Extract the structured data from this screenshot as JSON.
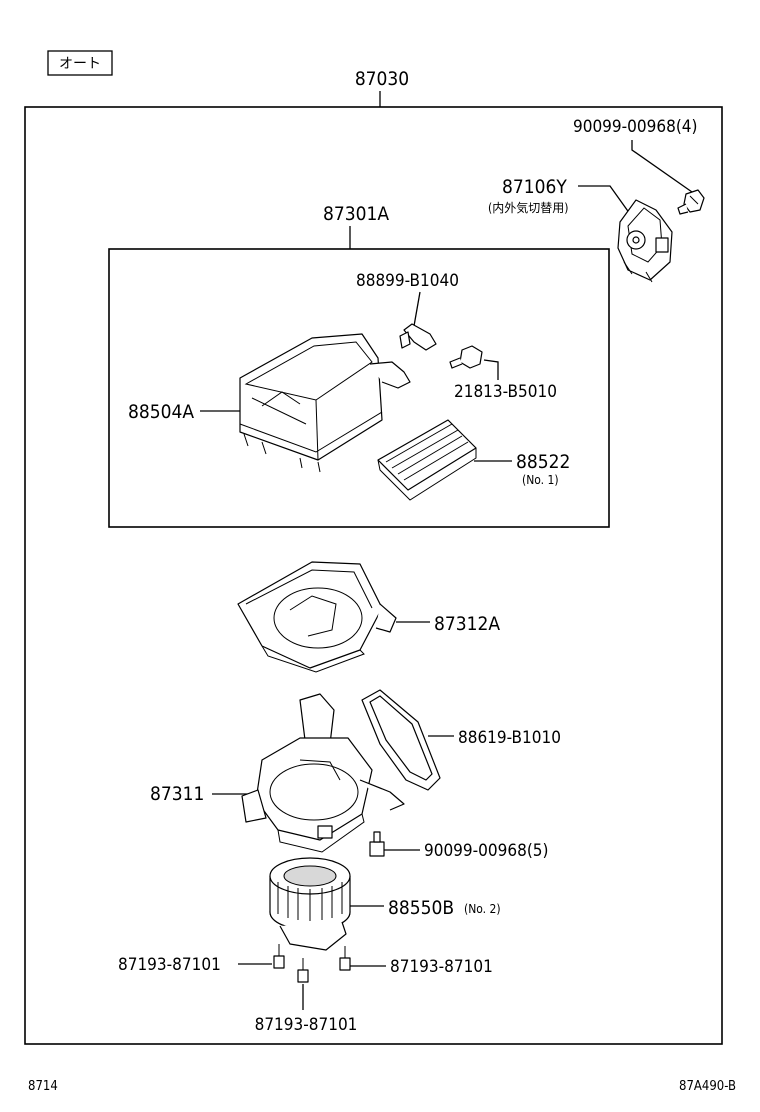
{
  "tag": "オート",
  "assembly": {
    "part_no": "87030"
  },
  "parts": {
    "bolt_top": {
      "part_no": "90099-00968",
      "qty": "(4)"
    },
    "servo": {
      "part_no": "87106Y",
      "note": "(内外気切替用)"
    },
    "case_assy": {
      "part_no": "87301A"
    },
    "clip": {
      "part_no": "88899-B1040"
    },
    "screw": {
      "part_no": "21813-B5010"
    },
    "upper_case": {
      "part_no": "88504A"
    },
    "filter": {
      "part_no": "88522",
      "note": "(No. 1)"
    },
    "blower_case": {
      "part_no": "87312A"
    },
    "packing": {
      "part_no": "88619-B1010"
    },
    "lower_case": {
      "part_no": "87311"
    },
    "bolt_mid": {
      "part_no": "90099-00968",
      "qty": "(5)"
    },
    "motor": {
      "part_no": "88550B",
      "note": "(No. 2)"
    },
    "screw_left": {
      "part_no": "87193-87101"
    },
    "screw_right": {
      "part_no": "87193-87101"
    },
    "screw_bottom": {
      "part_no": "87193-87101"
    }
  },
  "footer": {
    "page": "8714",
    "figure": "87A490-B"
  }
}
